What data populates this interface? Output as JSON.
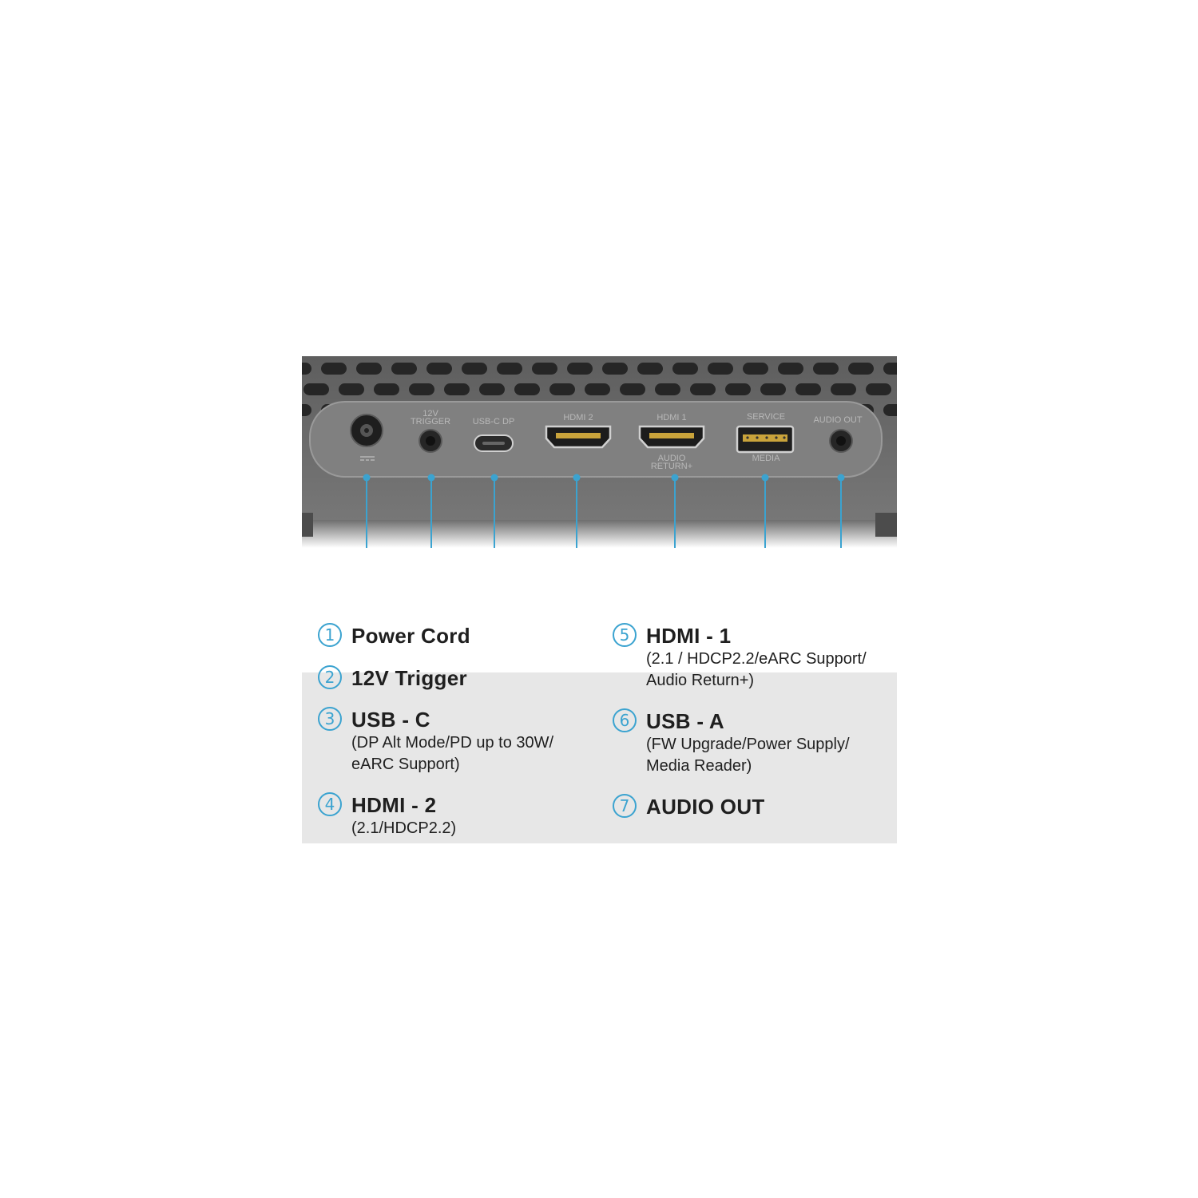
{
  "colors": {
    "accent": "#3ba3d0",
    "panel": "#808080",
    "grille": "#6f6f6f",
    "legend_bg": "#e7e7e7"
  },
  "panel_labels": {
    "trigger_line1": "12V",
    "trigger_line2": "TRIGGER",
    "usbc": "USB-C DP",
    "hdmi2": "HDMI 2",
    "hdmi1": "HDMI 1",
    "audio_return_line1": "AUDIO",
    "audio_return_line2": "RETURN+",
    "service": "SERVICE",
    "media": "MEDIA",
    "audio_out": "AUDIO OUT"
  },
  "callouts": [
    "1",
    "2",
    "3",
    "4",
    "5",
    "6",
    "7"
  ],
  "legend": [
    {
      "num": "1",
      "title": "Power Cord",
      "lines": []
    },
    {
      "num": "2",
      "title": "12V Trigger",
      "lines": []
    },
    {
      "num": "3",
      "title": "USB - C",
      "lines": [
        "(DP Alt Mode/PD up to 30W/",
        "eARC Support)"
      ]
    },
    {
      "num": "4",
      "title": "HDMI - 2",
      "lines": [
        "(2.1/HDCP2.2)"
      ]
    },
    {
      "num": "5",
      "title": "HDMI - 1",
      "lines": [
        "(2.1 / HDCP2.2/eARC Support/",
        "Audio Return+)"
      ]
    },
    {
      "num": "6",
      "title": "USB - A",
      "lines": [
        "(FW Upgrade/Power Supply/",
        "Media Reader)"
      ]
    },
    {
      "num": "7",
      "title": "AUDIO OUT",
      "lines": []
    }
  ]
}
